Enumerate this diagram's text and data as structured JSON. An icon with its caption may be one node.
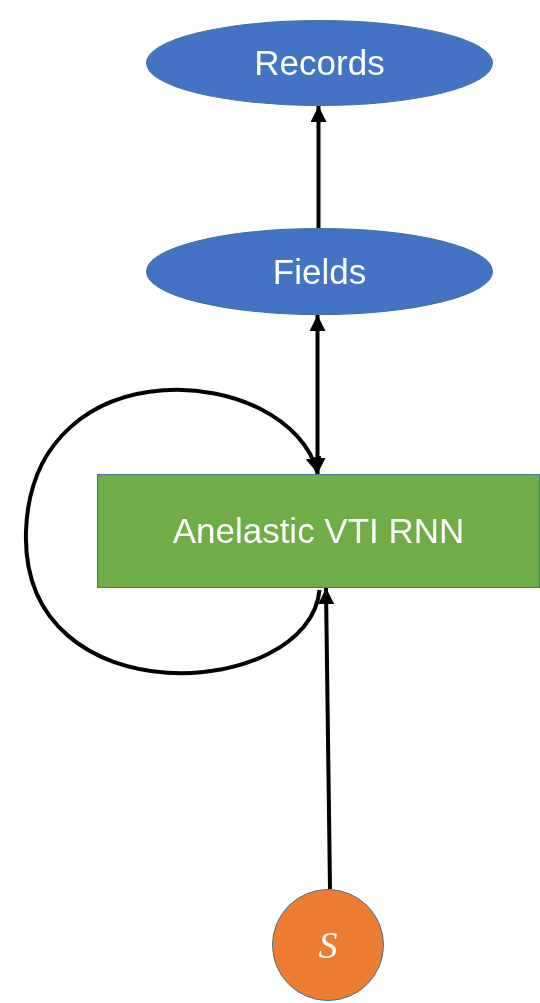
{
  "diagram": {
    "nodes": [
      {
        "text": [
          "Records"
        ]
      },
      {
        "text": [
          "Fields"
        ]
      },
      {
        "text": [
          "Anelastic VTI RNN"
        ]
      },
      {
        "text": [
          "S"
        ]
      }
    ],
    "edges": [
      {
        "from": 1,
        "to": 0,
        "arrow": "to"
      },
      {
        "from": 2,
        "to": 1,
        "arrow": "both"
      },
      {
        "from": 2,
        "to": 2,
        "arrow": "to"
      },
      {
        "from": 3,
        "to": 2,
        "arrow": "to"
      }
    ]
  }
}
